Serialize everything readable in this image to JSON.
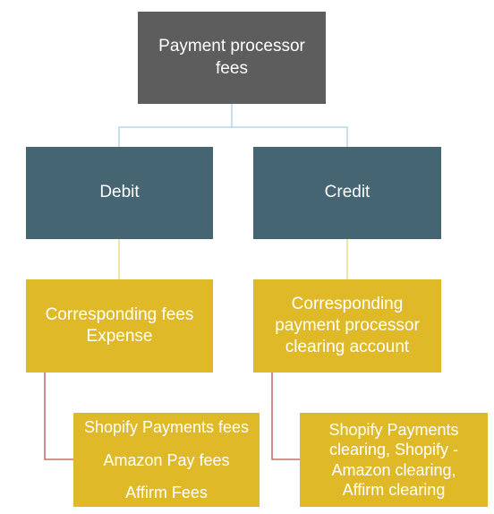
{
  "diagram": {
    "root": {
      "label": "Payment processor\nfees"
    },
    "debit": {
      "label": "Debit"
    },
    "credit": {
      "label": "Credit"
    },
    "debit_child": {
      "label": "Corresponding fees\nExpense"
    },
    "credit_child": {
      "label": "Corresponding\npayment processor\nclearing account"
    },
    "debit_leaf": {
      "items": [
        "Shopify Payments fees",
        "Amazon Pay fees",
        "Affirm Fees"
      ]
    },
    "credit_leaf": {
      "label": "Shopify Payments\nclearing, Shopify -\nAmazon clearing,\nAffirm clearing"
    }
  },
  "colors": {
    "root": "#5d5d5d",
    "branch": "#456573",
    "leaf": "#e0b929",
    "connector_top": "#a9cfe0",
    "connector_mid": "#e7d770",
    "connector_bottom": "#c0504d"
  }
}
